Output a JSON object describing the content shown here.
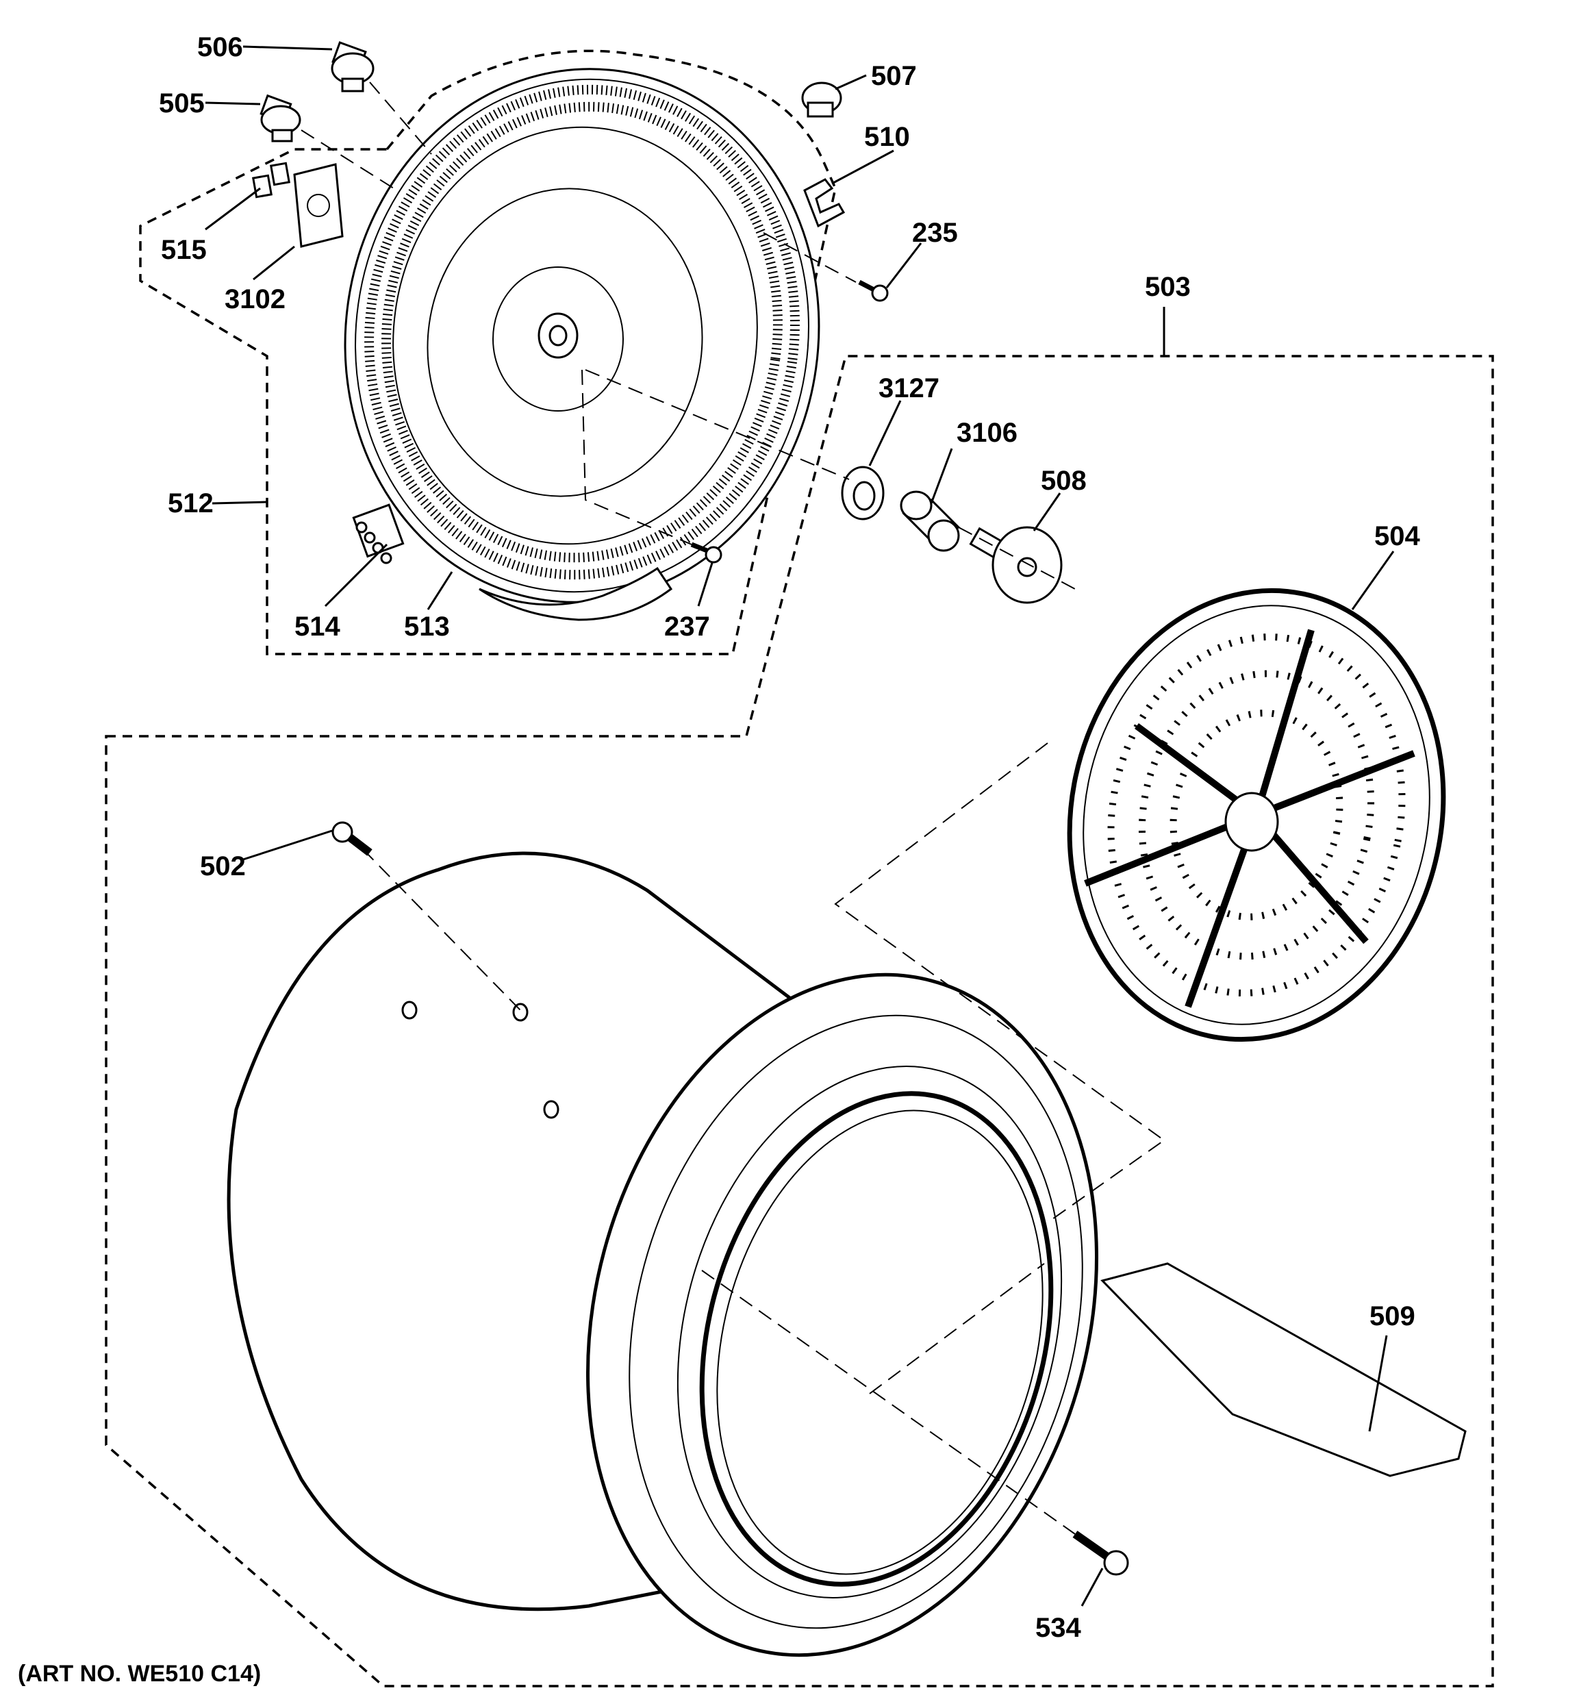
{
  "art_number": "(ART NO. WE510 C14)",
  "callouts": {
    "c506": "506",
    "c505": "505",
    "c507": "507",
    "c510": "510",
    "c235": "235",
    "c515": "515",
    "c3102": "3102",
    "c503": "503",
    "c3127": "3127",
    "c3106": "3106",
    "c508": "508",
    "c512": "512",
    "c504": "504",
    "c514": "514",
    "c513": "513",
    "c237": "237",
    "c502": "502",
    "c509": "509",
    "c534": "534"
  }
}
